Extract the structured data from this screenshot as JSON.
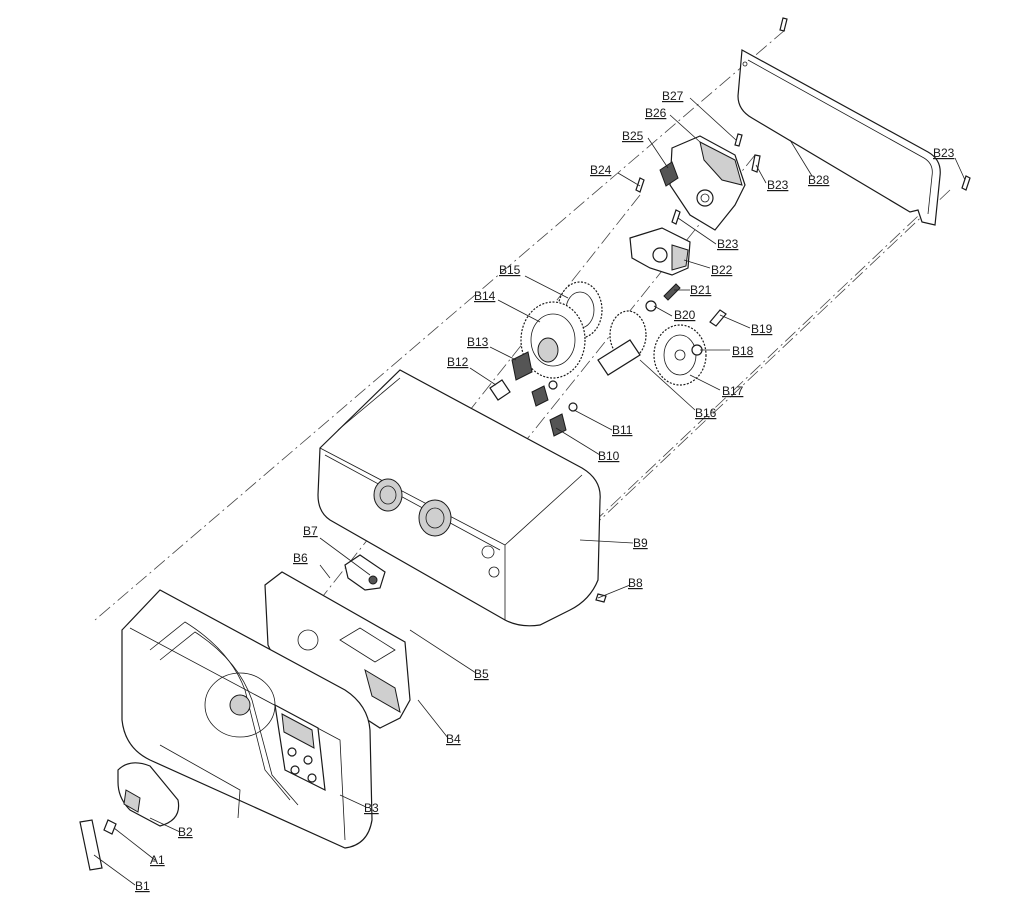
{
  "labels": [
    {
      "id": "A1",
      "text": "A1"
    },
    {
      "id": "B1",
      "text": "B1"
    },
    {
      "id": "B2",
      "text": "B2"
    },
    {
      "id": "B3",
      "text": "B3"
    },
    {
      "id": "B4",
      "text": "B4"
    },
    {
      "id": "B5",
      "text": "B5"
    },
    {
      "id": "B6",
      "text": "B6"
    },
    {
      "id": "B7",
      "text": "B7"
    },
    {
      "id": "B8",
      "text": "B8"
    },
    {
      "id": "B9",
      "text": "B9"
    },
    {
      "id": "B10",
      "text": "B10"
    },
    {
      "id": "B11",
      "text": "B11"
    },
    {
      "id": "B12",
      "text": "B12"
    },
    {
      "id": "B13",
      "text": "B13"
    },
    {
      "id": "B14",
      "text": "B14"
    },
    {
      "id": "B15",
      "text": "B15"
    },
    {
      "id": "B16",
      "text": "B16"
    },
    {
      "id": "B17",
      "text": "B17"
    },
    {
      "id": "B18",
      "text": "B18"
    },
    {
      "id": "B19",
      "text": "B19"
    },
    {
      "id": "B20",
      "text": "B20"
    },
    {
      "id": "B21",
      "text": "B21"
    },
    {
      "id": "B22",
      "text": "B22"
    },
    {
      "id": "B23a",
      "text": "B23"
    },
    {
      "id": "B23b",
      "text": "B23"
    },
    {
      "id": "B23c",
      "text": "B23"
    },
    {
      "id": "B24",
      "text": "B24"
    },
    {
      "id": "B25",
      "text": "B25"
    },
    {
      "id": "B26",
      "text": "B26"
    },
    {
      "id": "B27",
      "text": "B27"
    },
    {
      "id": "B28",
      "text": "B28"
    }
  ],
  "colors": {
    "line": "#1a1a1a",
    "background": "#ffffff",
    "shade": "#cfcfcf"
  }
}
